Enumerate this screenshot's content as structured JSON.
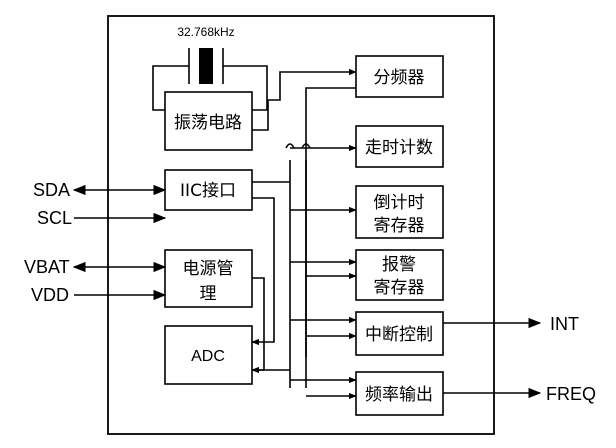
{
  "crystal": {
    "freq": "32.768kHz"
  },
  "blocks": {
    "oscillator": "振荡电路",
    "iic": "IIC接口",
    "power_line1": "电源管",
    "power_line2": "理",
    "adc": "ADC",
    "divider": "分频器",
    "clock": "走时计数",
    "countdown_line1": "倒计时",
    "countdown_line2": "寄存器",
    "alarm_line1": "报警",
    "alarm_line2": "寄存器",
    "interrupt": "中断控制",
    "freq_out": "频率输出"
  },
  "pins": {
    "sda": "SDA",
    "scl": "SCL",
    "vbat": "VBAT",
    "vdd": "VDD",
    "int": "INT",
    "freq": "FREQ"
  },
  "colors": {
    "stroke": "#000000",
    "background": "#ffffff"
  }
}
